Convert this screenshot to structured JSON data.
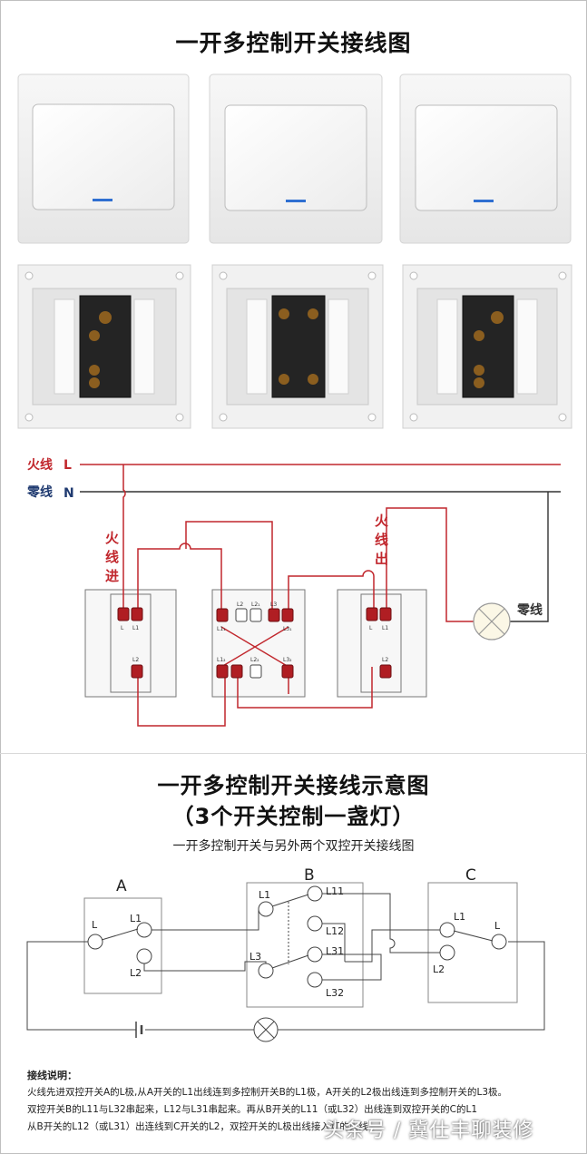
{
  "header": {
    "title": "一开多控制开关接线图"
  },
  "diagram1": {
    "live_label": "火线",
    "live_letter": "L",
    "neutral_label": "零线",
    "neutral_letter": "N",
    "in_label": [
      "火",
      "线",
      "进"
    ],
    "out_label": [
      "火",
      "线",
      "出"
    ],
    "lamp_label": "零线",
    "sw1_terms": [
      "L",
      "L1",
      "L2"
    ],
    "sw2_terms_top": [
      "L2",
      "L2₁",
      "L3",
      "L3₁"
    ],
    "sw2_terms_bot": [
      "L1₁",
      "L1₂",
      "L2₂",
      "L3₂"
    ],
    "sw3_terms": [
      "L",
      "L1",
      "L2"
    ],
    "colors": {
      "wire": "#c1272d",
      "neutral": "#333333",
      "terminal": "#b01e23"
    }
  },
  "section2": {
    "title": "一开多控制开关接线示意图",
    "subtitle": "（3个开关控制一盏灯）",
    "caption": "一开多控制开关与另外两个双控开关接线图",
    "switch_a": {
      "name": "A",
      "terms": [
        "L",
        "L1",
        "L2"
      ]
    },
    "switch_b": {
      "name": "B",
      "terms": [
        "L1",
        "L11",
        "L12",
        "L3",
        "L31",
        "L32"
      ]
    },
    "switch_c": {
      "name": "C",
      "terms": [
        "L1",
        "L",
        "L2"
      ]
    }
  },
  "notes": {
    "heading": "接线说明：",
    "line1": "火线先进双控开关A的L极,从A开关的L1出线连到多控制开关B的L1极，A开关的L2极出线连到多控制开关的L3极。",
    "line2": "双控开关B的L11与L32串起来，L12与L31串起来。再从B开关的L11（或L32）出线连到双控开关的C的L1",
    "line3": "从B开关的L12（或L31）出连线到C开关的L2，双控开关的L极出线接入灯的火线"
  },
  "watermark": "头条号 / 冀仕丰聊装修"
}
